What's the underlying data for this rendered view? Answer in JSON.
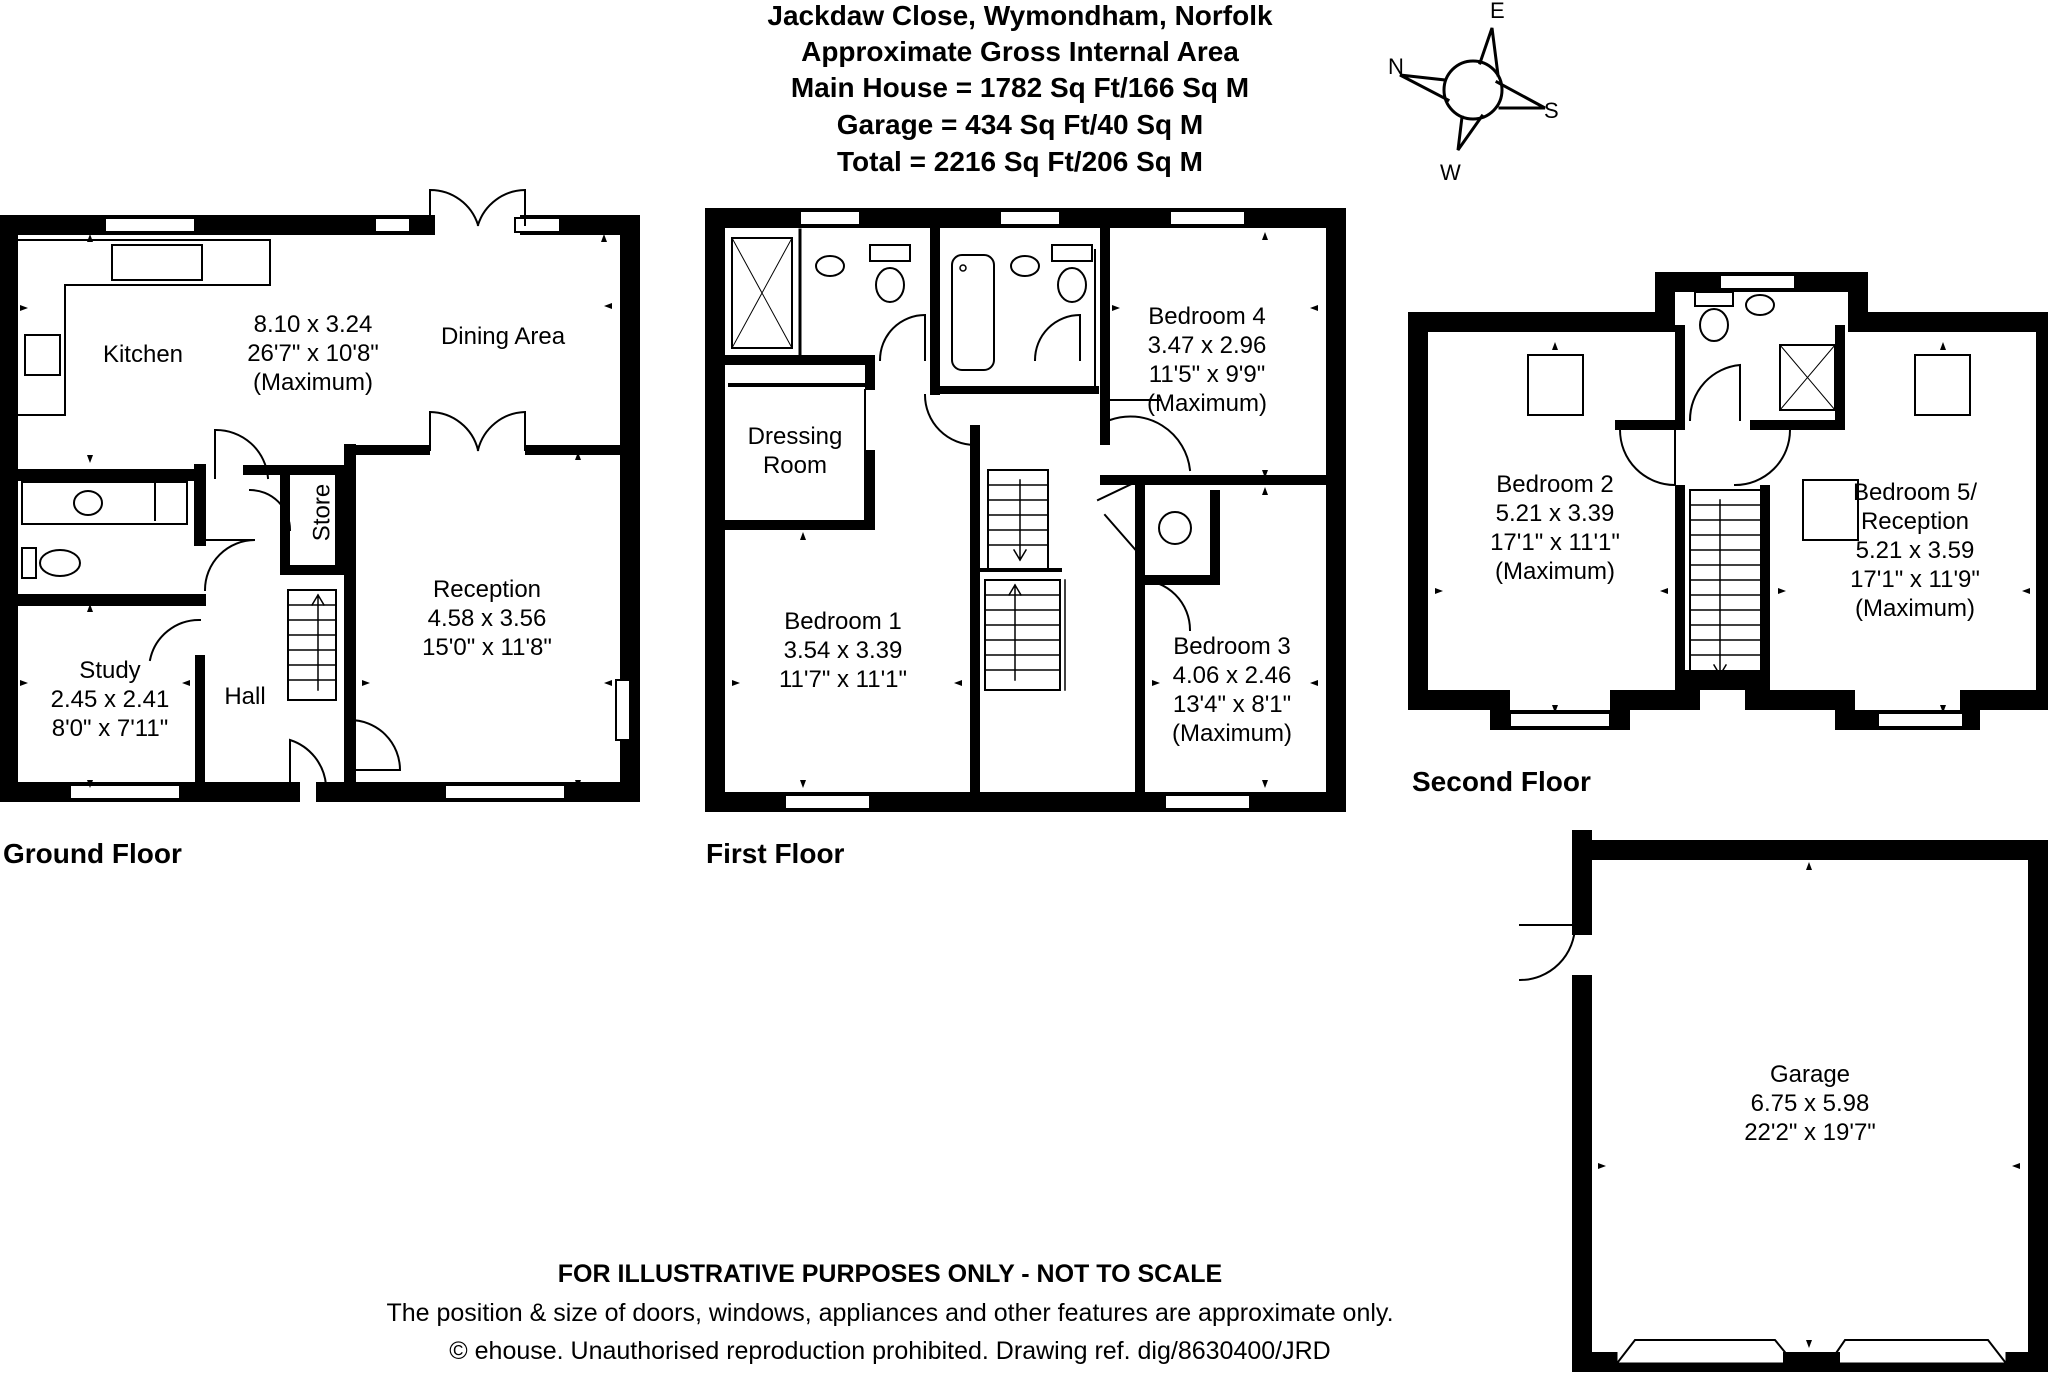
{
  "header": {
    "address": "Jackdaw Close, Wymondham, Norfolk",
    "area_title": "Approximate Gross Internal Area",
    "main_house": "Main House = 1782 Sq Ft/166 Sq M",
    "garage": "Garage = 434 Sq Ft/40 Sq M",
    "total": "Total = 2216 Sq Ft/206 Sq M"
  },
  "compass": {
    "n": "N",
    "e": "E",
    "s": "S",
    "w": "W"
  },
  "floors": {
    "ground": "Ground Floor",
    "first": "First Floor",
    "second": "Second Floor"
  },
  "rooms": {
    "kitchen": "Kitchen",
    "kitchen_dims": {
      "metric": "8.10 x 3.24",
      "imperial": "26'7\" x 10'8\"",
      "note": "(Maximum)"
    },
    "dining": "Dining Area",
    "store": "Store",
    "reception": {
      "name": "Reception",
      "metric": "4.58 x 3.56",
      "imperial": "15'0\" x 11'8\""
    },
    "study": {
      "name": "Study",
      "metric": "2.45 x 2.41",
      "imperial": "8'0\" x 7'11\""
    },
    "hall": "Hall",
    "dressing": {
      "line1": "Dressing",
      "line2": "Room"
    },
    "bedroom1": {
      "name": "Bedroom 1",
      "metric": "3.54 x 3.39",
      "imperial": "11'7\" x 11'1\""
    },
    "bedroom4": {
      "name": "Bedroom 4",
      "metric": "3.47 x 2.96",
      "imperial": "11'5\" x 9'9\"",
      "note": "(Maximum)"
    },
    "bedroom3": {
      "name": "Bedroom 3",
      "metric": "4.06 x 2.46",
      "imperial": "13'4\" x 8'1\"",
      "note": "(Maximum)"
    },
    "bedroom2": {
      "name": "Bedroom 2",
      "metric": "5.21 x 3.39",
      "imperial": "17'1\" x 11'1\"",
      "note": "(Maximum)"
    },
    "bedroom5": {
      "line1": "Bedroom 5/",
      "line2": "Reception",
      "metric": "5.21 x 3.59",
      "imperial": "17'1\" x 11'9\"",
      "note": "(Maximum)"
    },
    "garage": {
      "name": "Garage",
      "metric": "6.75 x 5.98",
      "imperial": "22'2\" x 19'7\""
    }
  },
  "footer": {
    "disclaimer": "FOR ILLUSTRATIVE PURPOSES ONLY - NOT TO SCALE",
    "note": "The position & size of doors, windows, appliances and other features are approximate only.",
    "copyright": "© ehouse. Unauthorised reproduction prohibited. Drawing ref. dig/8630400/JRD"
  }
}
